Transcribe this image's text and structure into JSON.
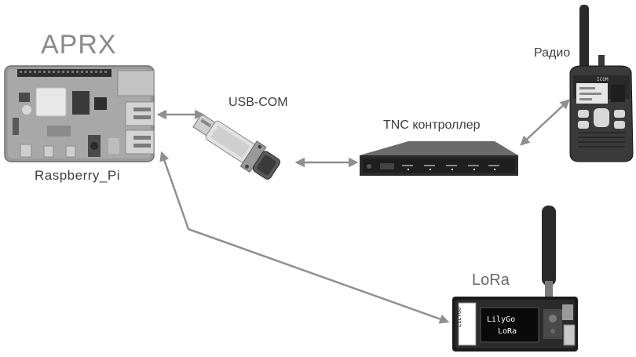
{
  "labels": {
    "aprx": "APRX",
    "raspberry": "Raspberry_Pi",
    "usb_com": "USB-COM",
    "tnc": "TNC контроллер",
    "radio": "Радио",
    "lora": "LoRa"
  },
  "lora_board": {
    "brand": "LILYGO",
    "screen_line1": "LilyGo",
    "screen_line2": "LoRa"
  },
  "radio_device": {
    "brand": "ICOM"
  },
  "colors": {
    "arrow": "#8f8f8f",
    "text": "#3c3c3c",
    "title": "#8a8a8a",
    "device_dark": "#2a2a2a",
    "device_mid": "#5a5a5a",
    "device_light": "#c8c8c8"
  }
}
